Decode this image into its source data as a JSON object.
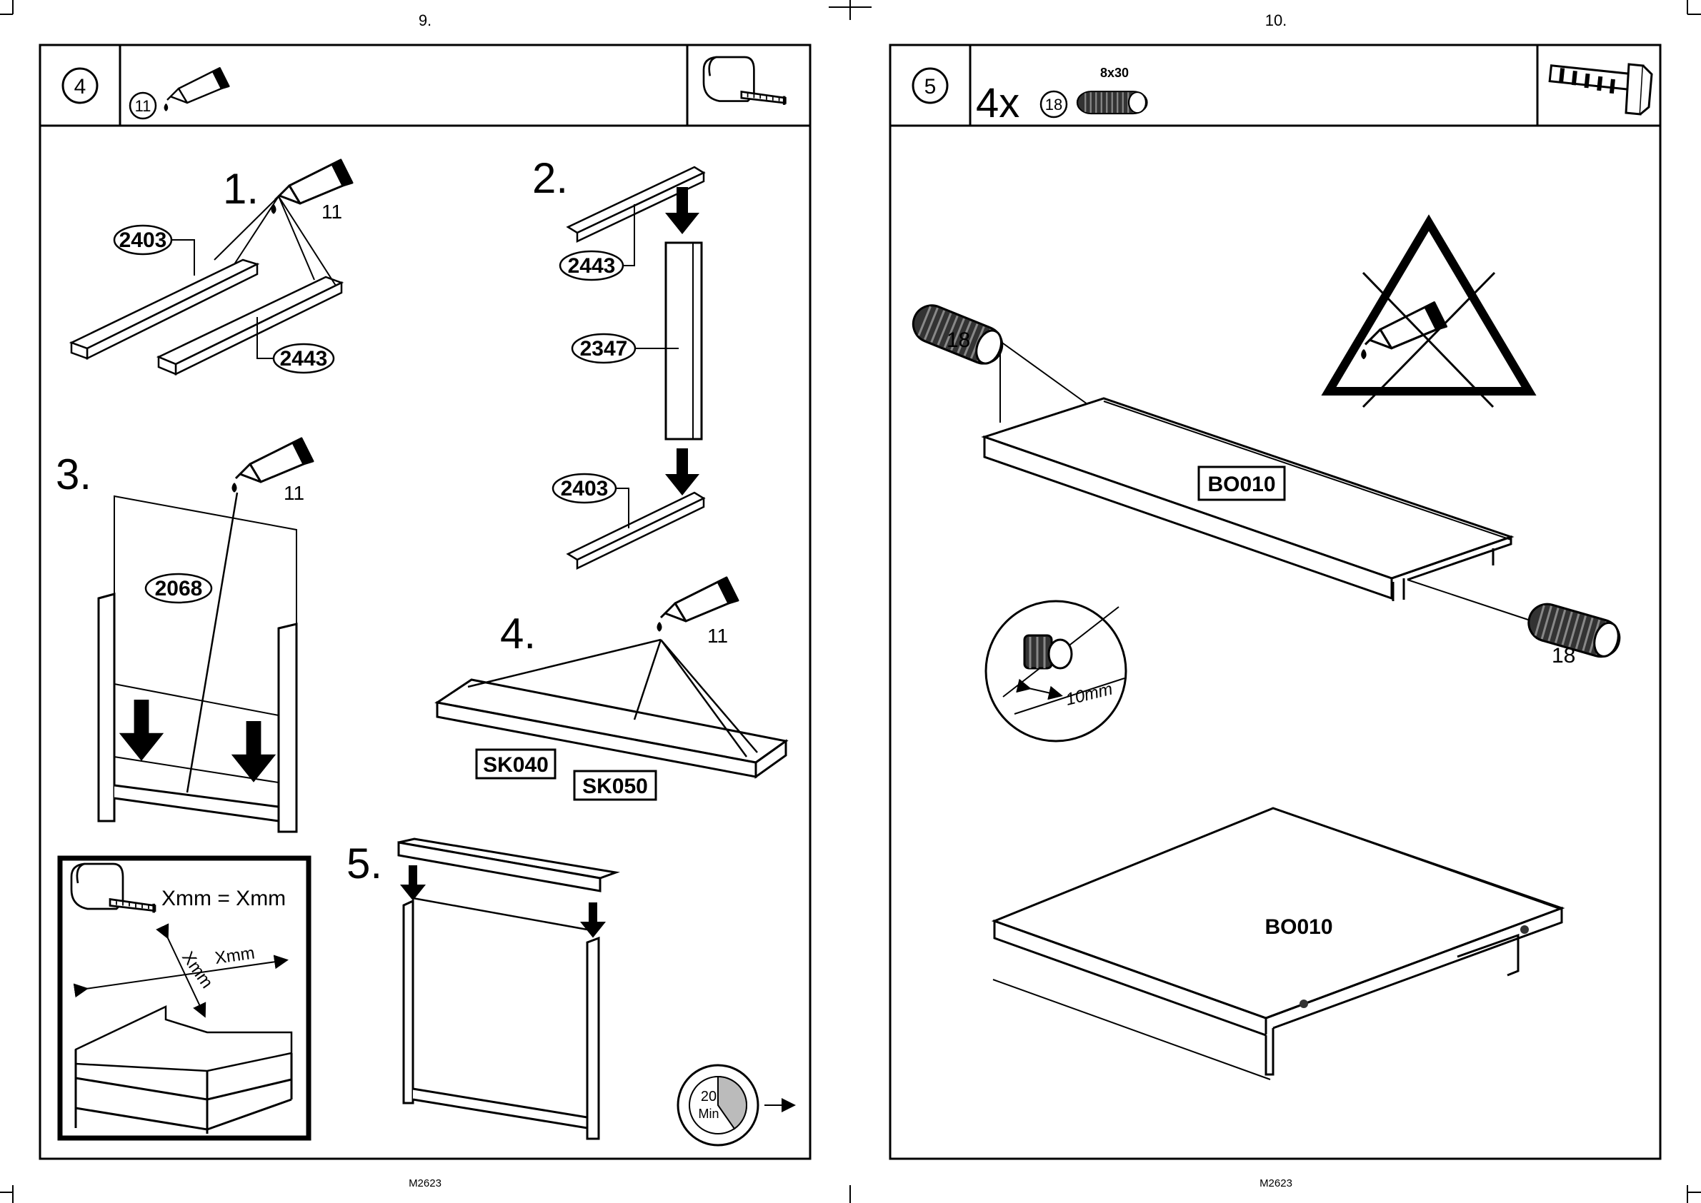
{
  "left_page": {
    "page_number": "9.",
    "footer_code": "M2623",
    "step_number": "4",
    "header_part_qty": "11",
    "substeps": [
      {
        "marker": "1.",
        "glue_label": "11",
        "parts": [
          "2403",
          "2443"
        ]
      },
      {
        "marker": "2.",
        "parts": [
          "2443",
          "2347",
          "2403"
        ]
      },
      {
        "marker": "3.",
        "glue_label": "11",
        "parts": [
          "2068"
        ]
      },
      {
        "marker": "4.",
        "glue_label": "11",
        "parts": [
          "SK040",
          "SK050"
        ]
      },
      {
        "marker": "5."
      }
    ],
    "measure_inset": {
      "formula": "Xmm = Xmm",
      "diag_label": "Xmm",
      "width_label": "Xmm"
    },
    "timer": {
      "value": "20",
      "unit": "Min"
    }
  },
  "right_page": {
    "page_number": "10.",
    "footer_code": "M2623",
    "step_number": "5",
    "header_qty": "4x",
    "header_part_qty": "18",
    "dowel_size": "8x30",
    "dowel_labels": [
      "18",
      "18"
    ],
    "board_labels": [
      "BO010",
      "BO010"
    ],
    "inset_depth": "10mm"
  },
  "icons": [
    "glue-tube-icon",
    "measuring-tape-icon",
    "hammer-icon",
    "dowel-icon",
    "no-glue-warning-icon",
    "timer-icon",
    "arrow-right-icon",
    "down-arrow-icon"
  ]
}
